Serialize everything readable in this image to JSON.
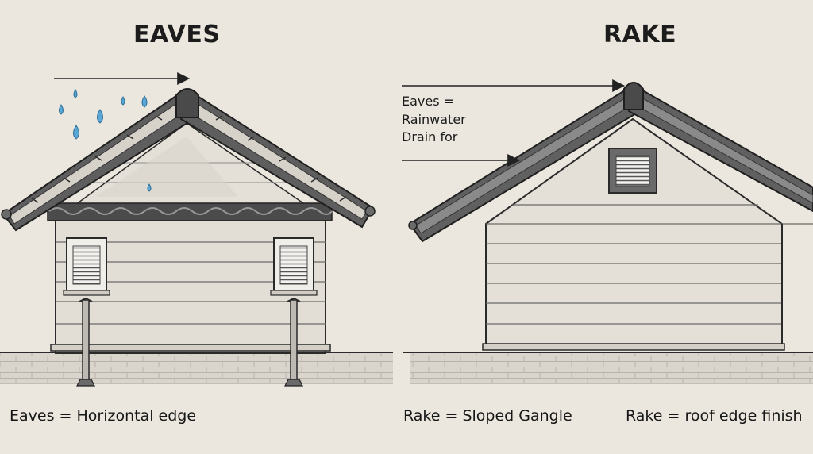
{
  "eaves": {
    "title": "EAVES",
    "caption": "Eaves = Horizontal edge"
  },
  "rake": {
    "title": "RAKE",
    "caption_left": "Rake = Sloped Gangle",
    "caption_right": "Rake = roof edge finish",
    "annotation": [
      "Eaves =",
      "Rainwater",
      "Drain for"
    ]
  },
  "colors": {
    "background": "#ebe7de",
    "siding": "#e2ded5",
    "outline": "#2a2a2a",
    "roof": "#6b6b6b",
    "raindrop": "#5aa6d6"
  }
}
